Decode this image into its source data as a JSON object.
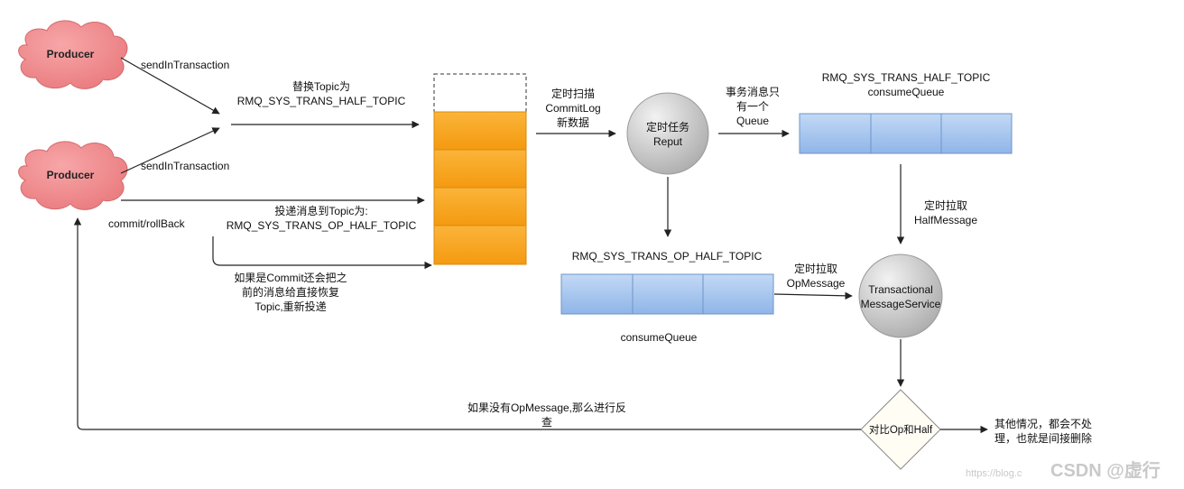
{
  "producers": [
    {
      "label": "Producer"
    },
    {
      "label": "Producer"
    }
  ],
  "arrow_labels": {
    "send_in_transaction_1": "sendInTransaction",
    "send_in_transaction_2": "sendInTransaction",
    "replace_topic_line1": "替换Topic为",
    "replace_topic_line2": "RMQ_SYS_TRANS_HALF_TOPIC",
    "deliver_topic_line1": "投递消息到Topic为:",
    "deliver_topic_line2": "RMQ_SYS_TRANS_OP_HALF_TOPIC",
    "commit_rollback": "commit/rollBack",
    "commit_restore_line1": "如果是Commit还会把之",
    "commit_restore_line2": "前的消息给直接恢复",
    "commit_restore_line3": "Topic,重新投递",
    "scan_line1": "定时扫描",
    "scan_line2": "CommitLog",
    "scan_line3": "新数据",
    "only_queue_line1": "事务消息只",
    "only_queue_line2": "有一个",
    "only_queue_line3": "Queue",
    "pull_half_line1": "定时拉取",
    "pull_half_line2": "HalfMessage",
    "pull_op_line1": "定时拉取",
    "pull_op_line2": "OpMessage",
    "no_op_line1": "如果没有OpMessage,那么进行反",
    "no_op_line2": "查",
    "other_line1": "其他情况，都会不处",
    "other_line2": "理，也就是间接删除"
  },
  "half_queue": {
    "title": "RMQ_SYS_TRANS_HALF_TOPIC",
    "subtitle": "consumeQueue"
  },
  "op_queue": {
    "title": "RMQ_SYS_TRANS_OP_HALF_TOPIC",
    "subtitle": "consumeQueue"
  },
  "reput": {
    "line1": "定时任务",
    "line2": "Reput"
  },
  "tms": {
    "line1": "Transactional",
    "line2": "MessageService"
  },
  "decision": {
    "label": "对比Op和Half"
  },
  "watermark": {
    "url": "https://blog.c",
    "brand": "CSDN @虚行"
  },
  "colors": {
    "orange": "#f7a21b",
    "queue_blue": "#a7c7ef",
    "cloud_red": "#f08a8d",
    "circle_gray": "#c9c9c9"
  }
}
